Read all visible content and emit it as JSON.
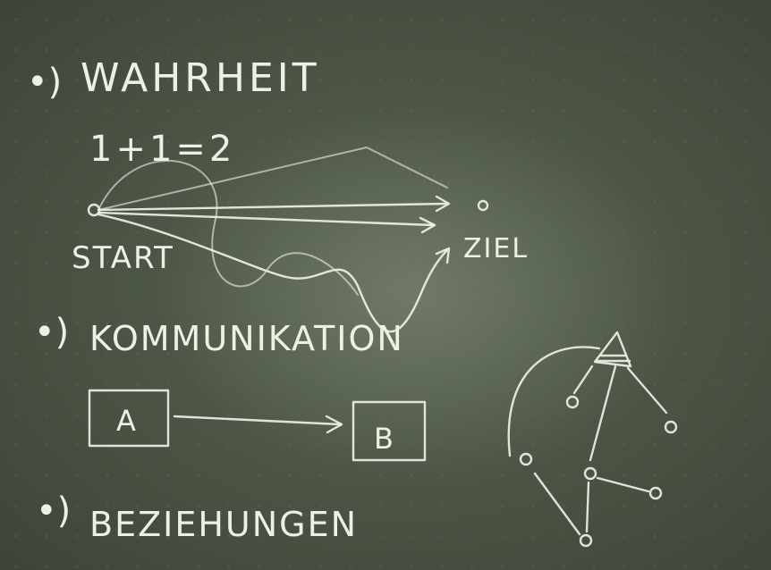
{
  "board": {
    "sections": [
      {
        "bullet": "•)",
        "heading": "WAHRHEIT"
      },
      {
        "bullet": "•)",
        "heading": "KOMMUNIKATION"
      },
      {
        "bullet": "•)",
        "heading": "BEZIEHUNGEN"
      }
    ],
    "equation": "1+1=2",
    "start_label": "START",
    "goal_label": "ZIEL",
    "box_a": "A",
    "box_b": "B"
  }
}
